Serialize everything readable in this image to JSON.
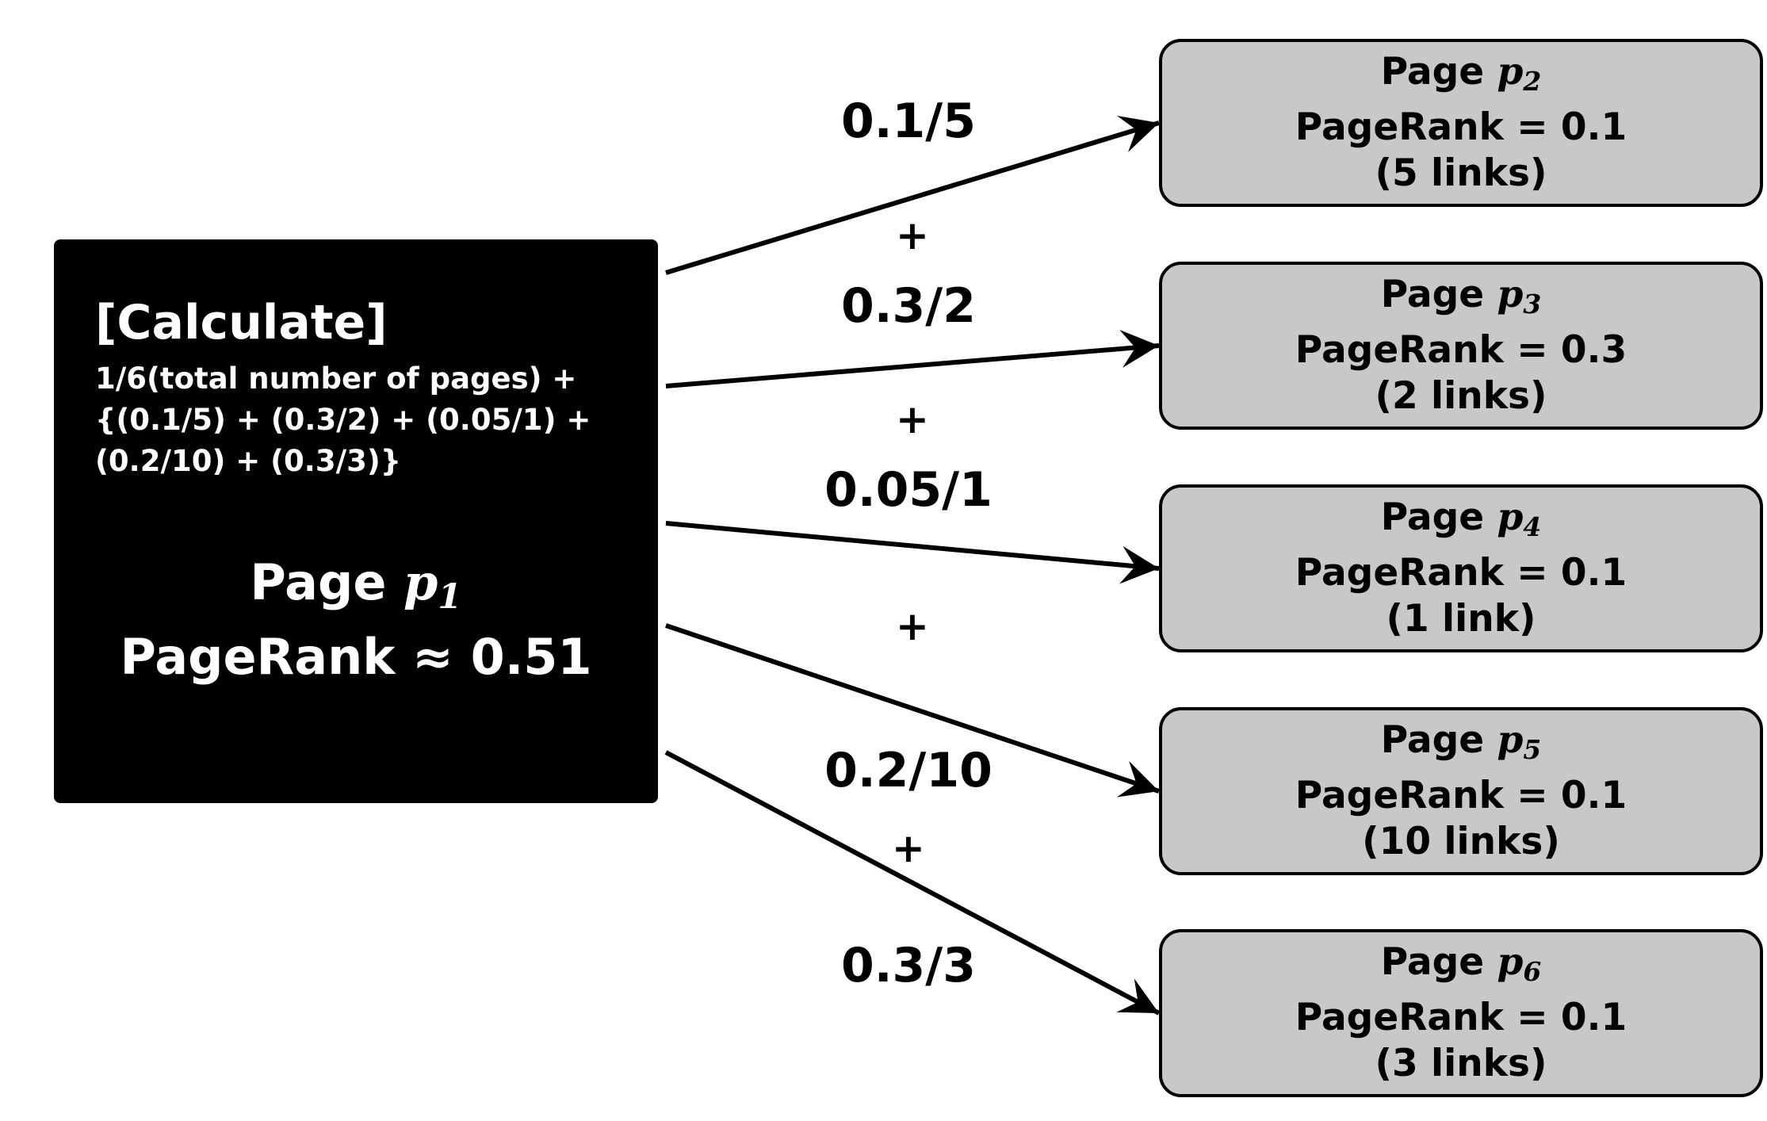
{
  "target": {
    "calc_title": "[Calculate]",
    "formula_line1": "1/6(total number of pages) +",
    "formula_line2": "{(0.1/5)  +  (0.3/2)  +  (0.05/1)  +",
    "formula_line3": "(0.2/10)  +  (0.3/3)}",
    "page_word": "Page",
    "page_var": "p",
    "page_sub": "1",
    "rank_text": "PageRank ≈ 0.51"
  },
  "sources": [
    {
      "page_word": "Page",
      "page_var": "p",
      "page_sub": "2",
      "rank_text": "PageRank = 0.1",
      "links_text": "(5 links)"
    },
    {
      "page_word": "Page",
      "page_var": "p",
      "page_sub": "3",
      "rank_text": "PageRank = 0.3",
      "links_text": "(2 links)"
    },
    {
      "page_word": "Page",
      "page_var": "p",
      "page_sub": "4",
      "rank_text": "PageRank = 0.1",
      "links_text": "(1 link)"
    },
    {
      "page_word": "Page",
      "page_var": "p",
      "page_sub": "5",
      "rank_text": "PageRank = 0.1",
      "links_text": "(10 links)"
    },
    {
      "page_word": "Page",
      "page_var": "p",
      "page_sub": "6",
      "rank_text": "PageRank = 0.1",
      "links_text": "(3 links)"
    }
  ],
  "edge_labels": [
    "0.1/5",
    "0.3/2",
    "0.05/1",
    "0.2/10",
    "0.3/3"
  ],
  "plus_signs": [
    "+",
    "+",
    "+",
    "+"
  ],
  "colors": {
    "target_fill": "#000000",
    "target_text": "#ffffff",
    "source_fill": "#c8c8c8",
    "edge": "#000000"
  }
}
